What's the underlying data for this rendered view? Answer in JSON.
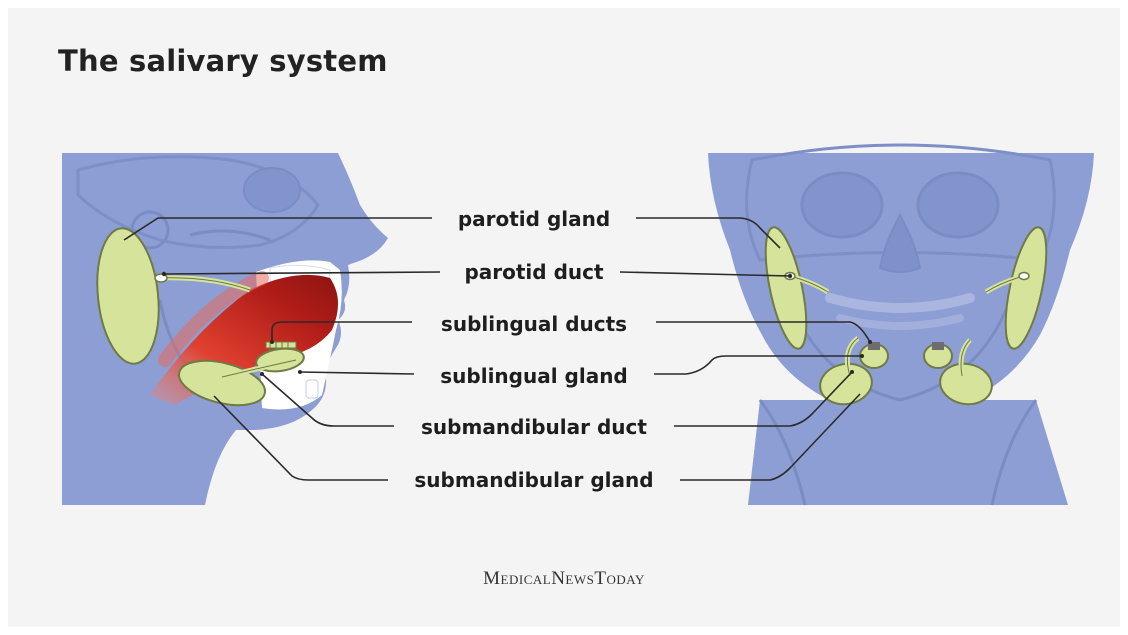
{
  "title": "The salivary system",
  "labels": {
    "parotid_gland": "parotid gland",
    "parotid_duct": "parotid duct",
    "sublingual_ducts": "sublingual ducts",
    "sublingual_gland": "sublingual gland",
    "submandibular_duct": "submandibular duct",
    "submandibular_gland": "submandibular gland"
  },
  "brand": "MedicalNewsToday",
  "colors": {
    "head": "#8d9ed4",
    "head_shade": "#7f91c9",
    "gland": "#d6e39a",
    "gland_stroke": "#6f7a45",
    "tongue": "#c8231e",
    "leader_line": "#2a2a2a",
    "background": "#f4f4f4"
  }
}
